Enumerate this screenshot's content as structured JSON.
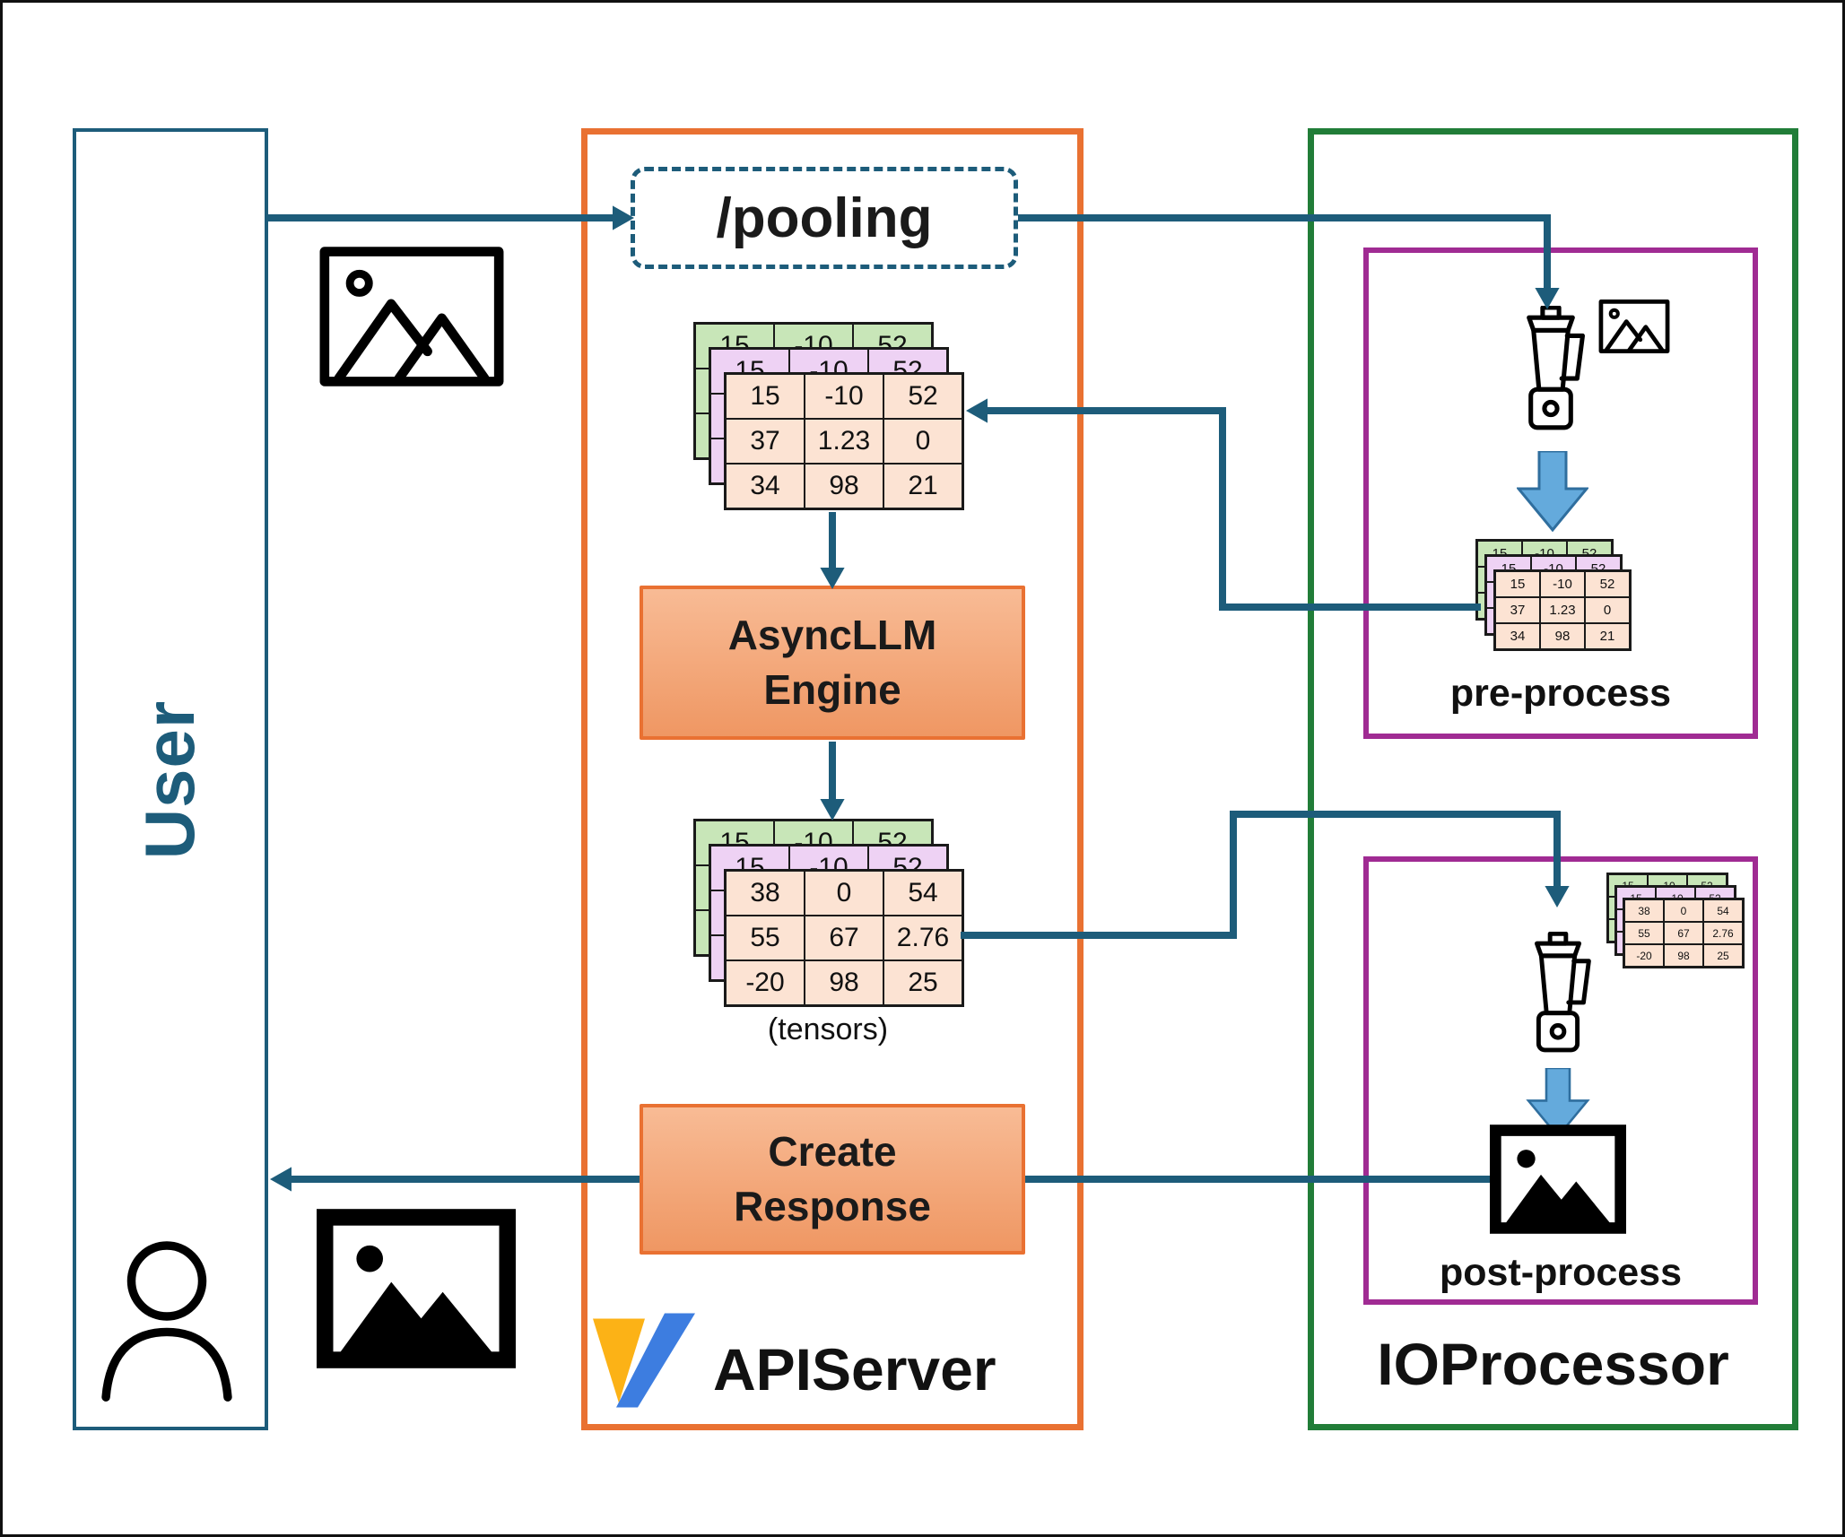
{
  "colors": {
    "teal": "#1d5c7a",
    "orange": "#e97132",
    "orange_fill_top": "#f8bb95",
    "orange_fill_bottom": "#ef9763",
    "green": "#217d38",
    "purple": "#a02b93",
    "block_arrow_fill": "#64aadc",
    "block_arrow_stroke": "#2f6e9e",
    "table_green": "#c8e6b8",
    "table_purple": "#eed2f4",
    "table_peach": "#fce3d3",
    "logo_yellow": "#fcb216",
    "logo_blue": "#3d7de0",
    "text_dark": "#1a1a1a"
  },
  "user_panel": {
    "label": "User"
  },
  "api_server": {
    "title": "APIServer",
    "endpoint": "/pooling",
    "engine": {
      "line1": "AsyncLLM",
      "line2": "Engine"
    },
    "create_response": {
      "line1": "Create",
      "line2": "Response"
    },
    "tensors_caption": "(tensors)",
    "tensor_in": {
      "rows": [
        [
          "15",
          "-10",
          "52"
        ],
        [
          "37",
          "1.23",
          "0"
        ],
        [
          "34",
          "98",
          "21"
        ]
      ]
    },
    "tensor_out": {
      "rows": [
        [
          "38",
          "0",
          "54"
        ],
        [
          "55",
          "67",
          "2.76"
        ],
        [
          "-20",
          "98",
          "25"
        ]
      ]
    }
  },
  "io_processor": {
    "title": "IOProcessor",
    "pre_process": {
      "label": "pre-process",
      "tensor": {
        "rows": [
          [
            "15",
            "-10",
            "52"
          ],
          [
            "37",
            "1.23",
            "0"
          ],
          [
            "34",
            "98",
            "21"
          ]
        ]
      }
    },
    "post_process": {
      "label": "post-process",
      "tensor": {
        "rows": [
          [
            "38",
            "0",
            "54"
          ],
          [
            "55",
            "67",
            "2.76"
          ],
          [
            "-20",
            "98",
            "25"
          ]
        ]
      }
    }
  },
  "tensor_back": {
    "rows": [
      [
        "15",
        "-10",
        "52"
      ],
      [
        "37",
        "1.23",
        "0"
      ],
      [
        "34",
        "98",
        "21"
      ]
    ]
  },
  "icons": {
    "user": "person-outline-icon",
    "input_image": "image-outline-icon",
    "output_image": "image-filled-icon",
    "pre_process_tool": "blender-icon",
    "post_process_tool": "blender-icon",
    "brand": "vllm-logo"
  }
}
